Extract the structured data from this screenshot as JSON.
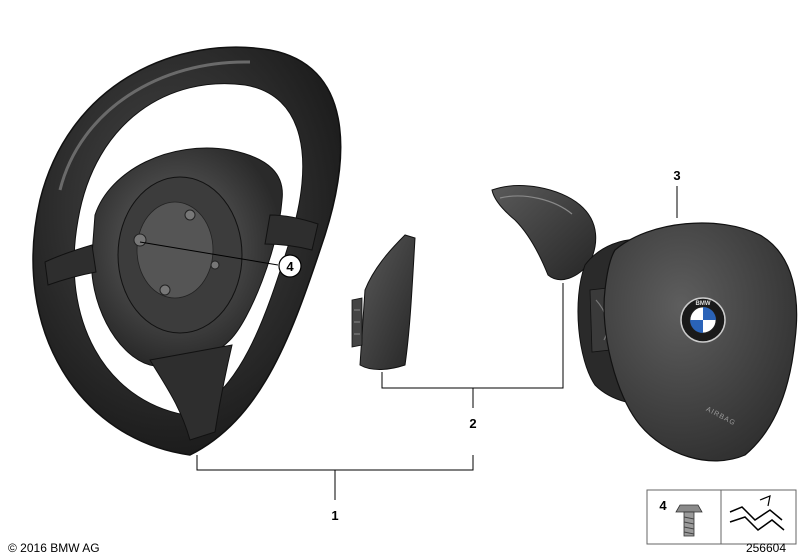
{
  "parts": [
    {
      "number": "1",
      "name": "steering-wheel"
    },
    {
      "number": "2",
      "name": "trim-covers"
    },
    {
      "number": "3",
      "name": "airbag-module"
    },
    {
      "number": "4",
      "name": "screw"
    }
  ],
  "callout_circle": "4",
  "airbag_text": "AIRBAG",
  "legend": {
    "item_number": "4"
  },
  "copyright": "© 2016 BMW AG",
  "diagram_id": "256604"
}
